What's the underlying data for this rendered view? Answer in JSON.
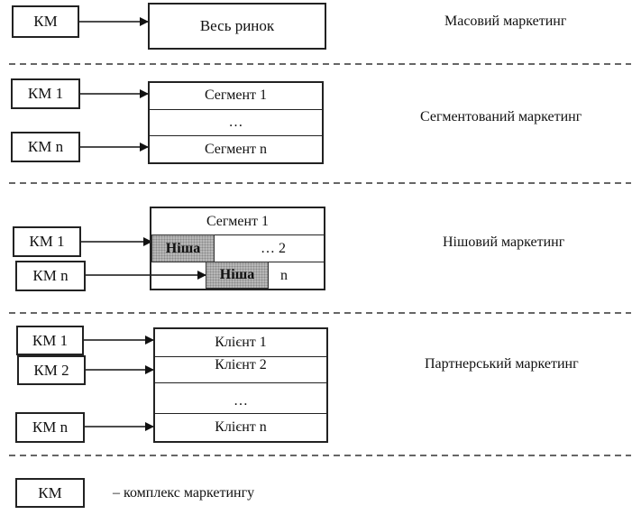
{
  "mass": {
    "km": "КМ",
    "market": "Весь ринок",
    "label": "Масовий маркетинг"
  },
  "segmented": {
    "km_1": "КМ 1",
    "km_n": "КМ n",
    "segment_1": "Сегмент 1",
    "ellipsis": "…",
    "segment_n": "Сегмент n",
    "label": "Сегментований маркетинг"
  },
  "niche": {
    "km_1": "КМ 1",
    "km_n": "КМ n",
    "segment_1": "Сегмент 1",
    "niche_1": "Ніша",
    "ellipsis_2": "…  2",
    "niche_n": "Ніша",
    "n": "n",
    "label": "Нішовий  маркетинг"
  },
  "partner": {
    "km_1": "КМ 1",
    "km_2": "КМ 2",
    "km_n": "КМ n",
    "client_1": "Клієнт 1",
    "client_2": "Клієнт 2",
    "ellipsis": "…",
    "client_n": "Клієнт n",
    "label": "Партнерський маркетинг"
  },
  "legend": {
    "km": "КМ",
    "text": "– комплекс маркетингу"
  }
}
